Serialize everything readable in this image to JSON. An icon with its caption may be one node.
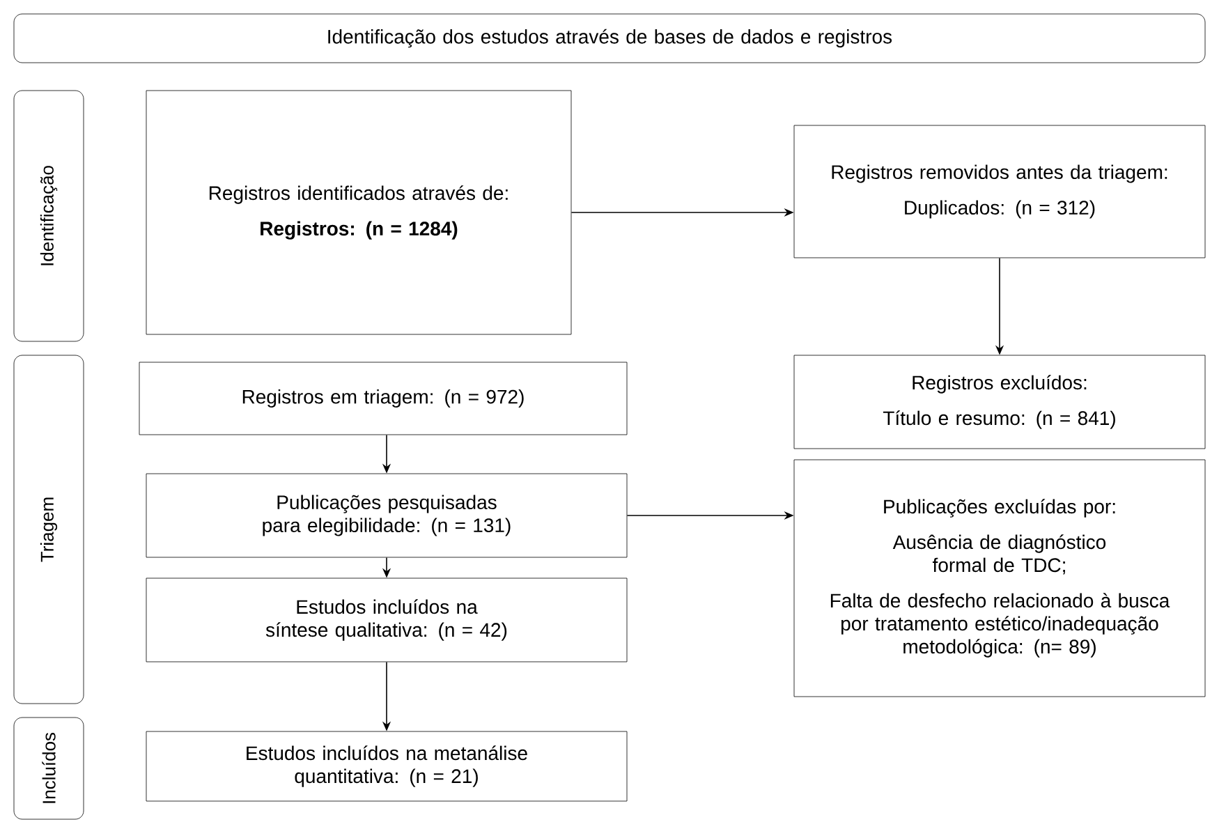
{
  "diagram": {
    "nodes": [
      {
        "text": [
          "Identificação dos estudos através de bases de dados e registros"
        ]
      },
      {
        "text": [
          "Identificação"
        ]
      },
      {
        "text": [
          "Registros identificados através de:",
          "Registros: (n = 1284)"
        ]
      },
      {
        "text": [
          "Registros removidos antes da triagem:",
          "Duplicados: (n = 312)"
        ]
      },
      {
        "text": [
          "Triagem"
        ]
      },
      {
        "text": [
          "Registros em triagem: (n = 972)"
        ]
      },
      {
        "text": [
          "Registros excluídos:",
          "Título e resumo: (n = 841)"
        ]
      },
      {
        "text": [
          "Publicações pesquisadas para elegibilidade: (n = 131)"
        ]
      },
      {
        "text": [
          "Publicações excluídas por:",
          "Ausência de diagnóstico formal de TDC;",
          "Falta de desfecho relacionado à busca por tratamento estético/inadequação metodológica: (n= 89)"
        ]
      },
      {
        "text": [
          "Estudos incluídos na síntese qualitativa: (n = 42)"
        ]
      },
      {
        "text": [
          "Incluídos"
        ]
      },
      {
        "text": [
          "Estudos incluídos na metanálise quantitativa: (n = 21)"
        ]
      }
    ],
    "edges": [
      {
        "from": 2,
        "to": 3,
        "arrow": "to"
      },
      {
        "from": 3,
        "to": 6,
        "arrow": "to"
      },
      {
        "from": 5,
        "to": 7,
        "arrow": "to"
      },
      {
        "from": 7,
        "to": 8,
        "arrow": "to"
      },
      {
        "from": 7,
        "to": 9,
        "arrow": "to"
      },
      {
        "from": 9,
        "to": 11,
        "arrow": "to"
      }
    ]
  }
}
